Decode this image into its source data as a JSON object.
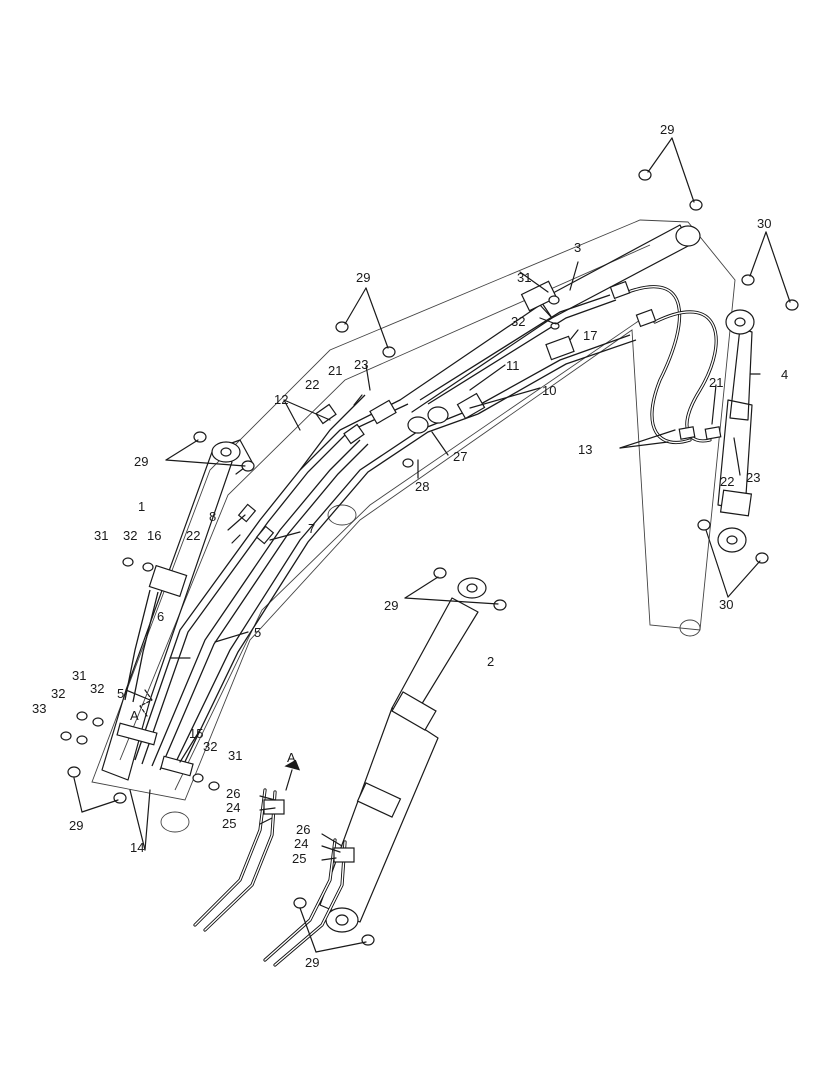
{
  "labels": {
    "p1": "1",
    "p2": "2",
    "p3": "3",
    "p4": "4",
    "p5a": "5",
    "p5b": "5",
    "p6": "6",
    "p7": "7",
    "p8": "8",
    "p10": "10",
    "p11": "11",
    "p12": "12",
    "p13": "13",
    "p14": "14",
    "p15": "15",
    "p16": "16",
    "p17": "17",
    "p21a": "21",
    "p21b": "21",
    "p22a": "22",
    "p22b": "22",
    "p22c": "22",
    "p23a": "23",
    "p23b": "23",
    "p24a": "24",
    "p24b": "24",
    "p25a": "25",
    "p25b": "25",
    "p26a": "26",
    "p26b": "26",
    "p27": "27",
    "p28": "28",
    "p29a": "29",
    "p29b": "29",
    "p29c": "29",
    "p29d": "29",
    "p29e": "29",
    "p29f": "29",
    "p30a": "30",
    "p30b": "30",
    "p31a": "31",
    "p31b": "31",
    "p31c": "31",
    "p31d": "31",
    "p32a": "32",
    "p32b": "32",
    "p32c": "32",
    "p32d": "32",
    "p32e": "32",
    "p33": "33",
    "viewA": "A",
    "arrowA": "A"
  }
}
